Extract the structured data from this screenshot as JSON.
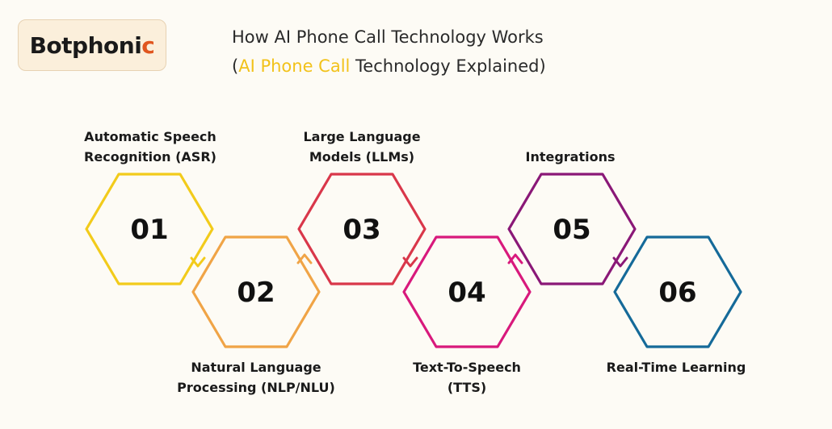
{
  "brand": {
    "logo_main": "Botphoni",
    "logo_accent": "c",
    "accent_color": "#e0561f"
  },
  "title": {
    "line1": "How AI Phone Call Technology Works",
    "line2_open": "(",
    "line2_highlight": "AI Phone Call",
    "line2_rest": " Technology Explained)",
    "highlight_color": "#f2c21a"
  },
  "steps": [
    {
      "number": "01",
      "label_line1": "Automatic Speech",
      "label_line2": "Recognition (ASR)",
      "color": "#f2cb1b"
    },
    {
      "number": "02",
      "label_line1": "Natural Language",
      "label_line2": "Processing (NLP/NLU)",
      "color": "#f0a446"
    },
    {
      "number": "03",
      "label_line1": "Large Language",
      "label_line2": "Models (LLMs)",
      "color": "#d9374a"
    },
    {
      "number": "04",
      "label_line1": "Text-To-Speech",
      "label_line2": "(TTS)",
      "color": "#d8197c"
    },
    {
      "number": "05",
      "label_line1": "Integrations",
      "label_line2": "",
      "color": "#8a1877"
    },
    {
      "number": "06",
      "label_line1": "Real-Time Learning",
      "label_line2": "",
      "color": "#156a99"
    }
  ]
}
